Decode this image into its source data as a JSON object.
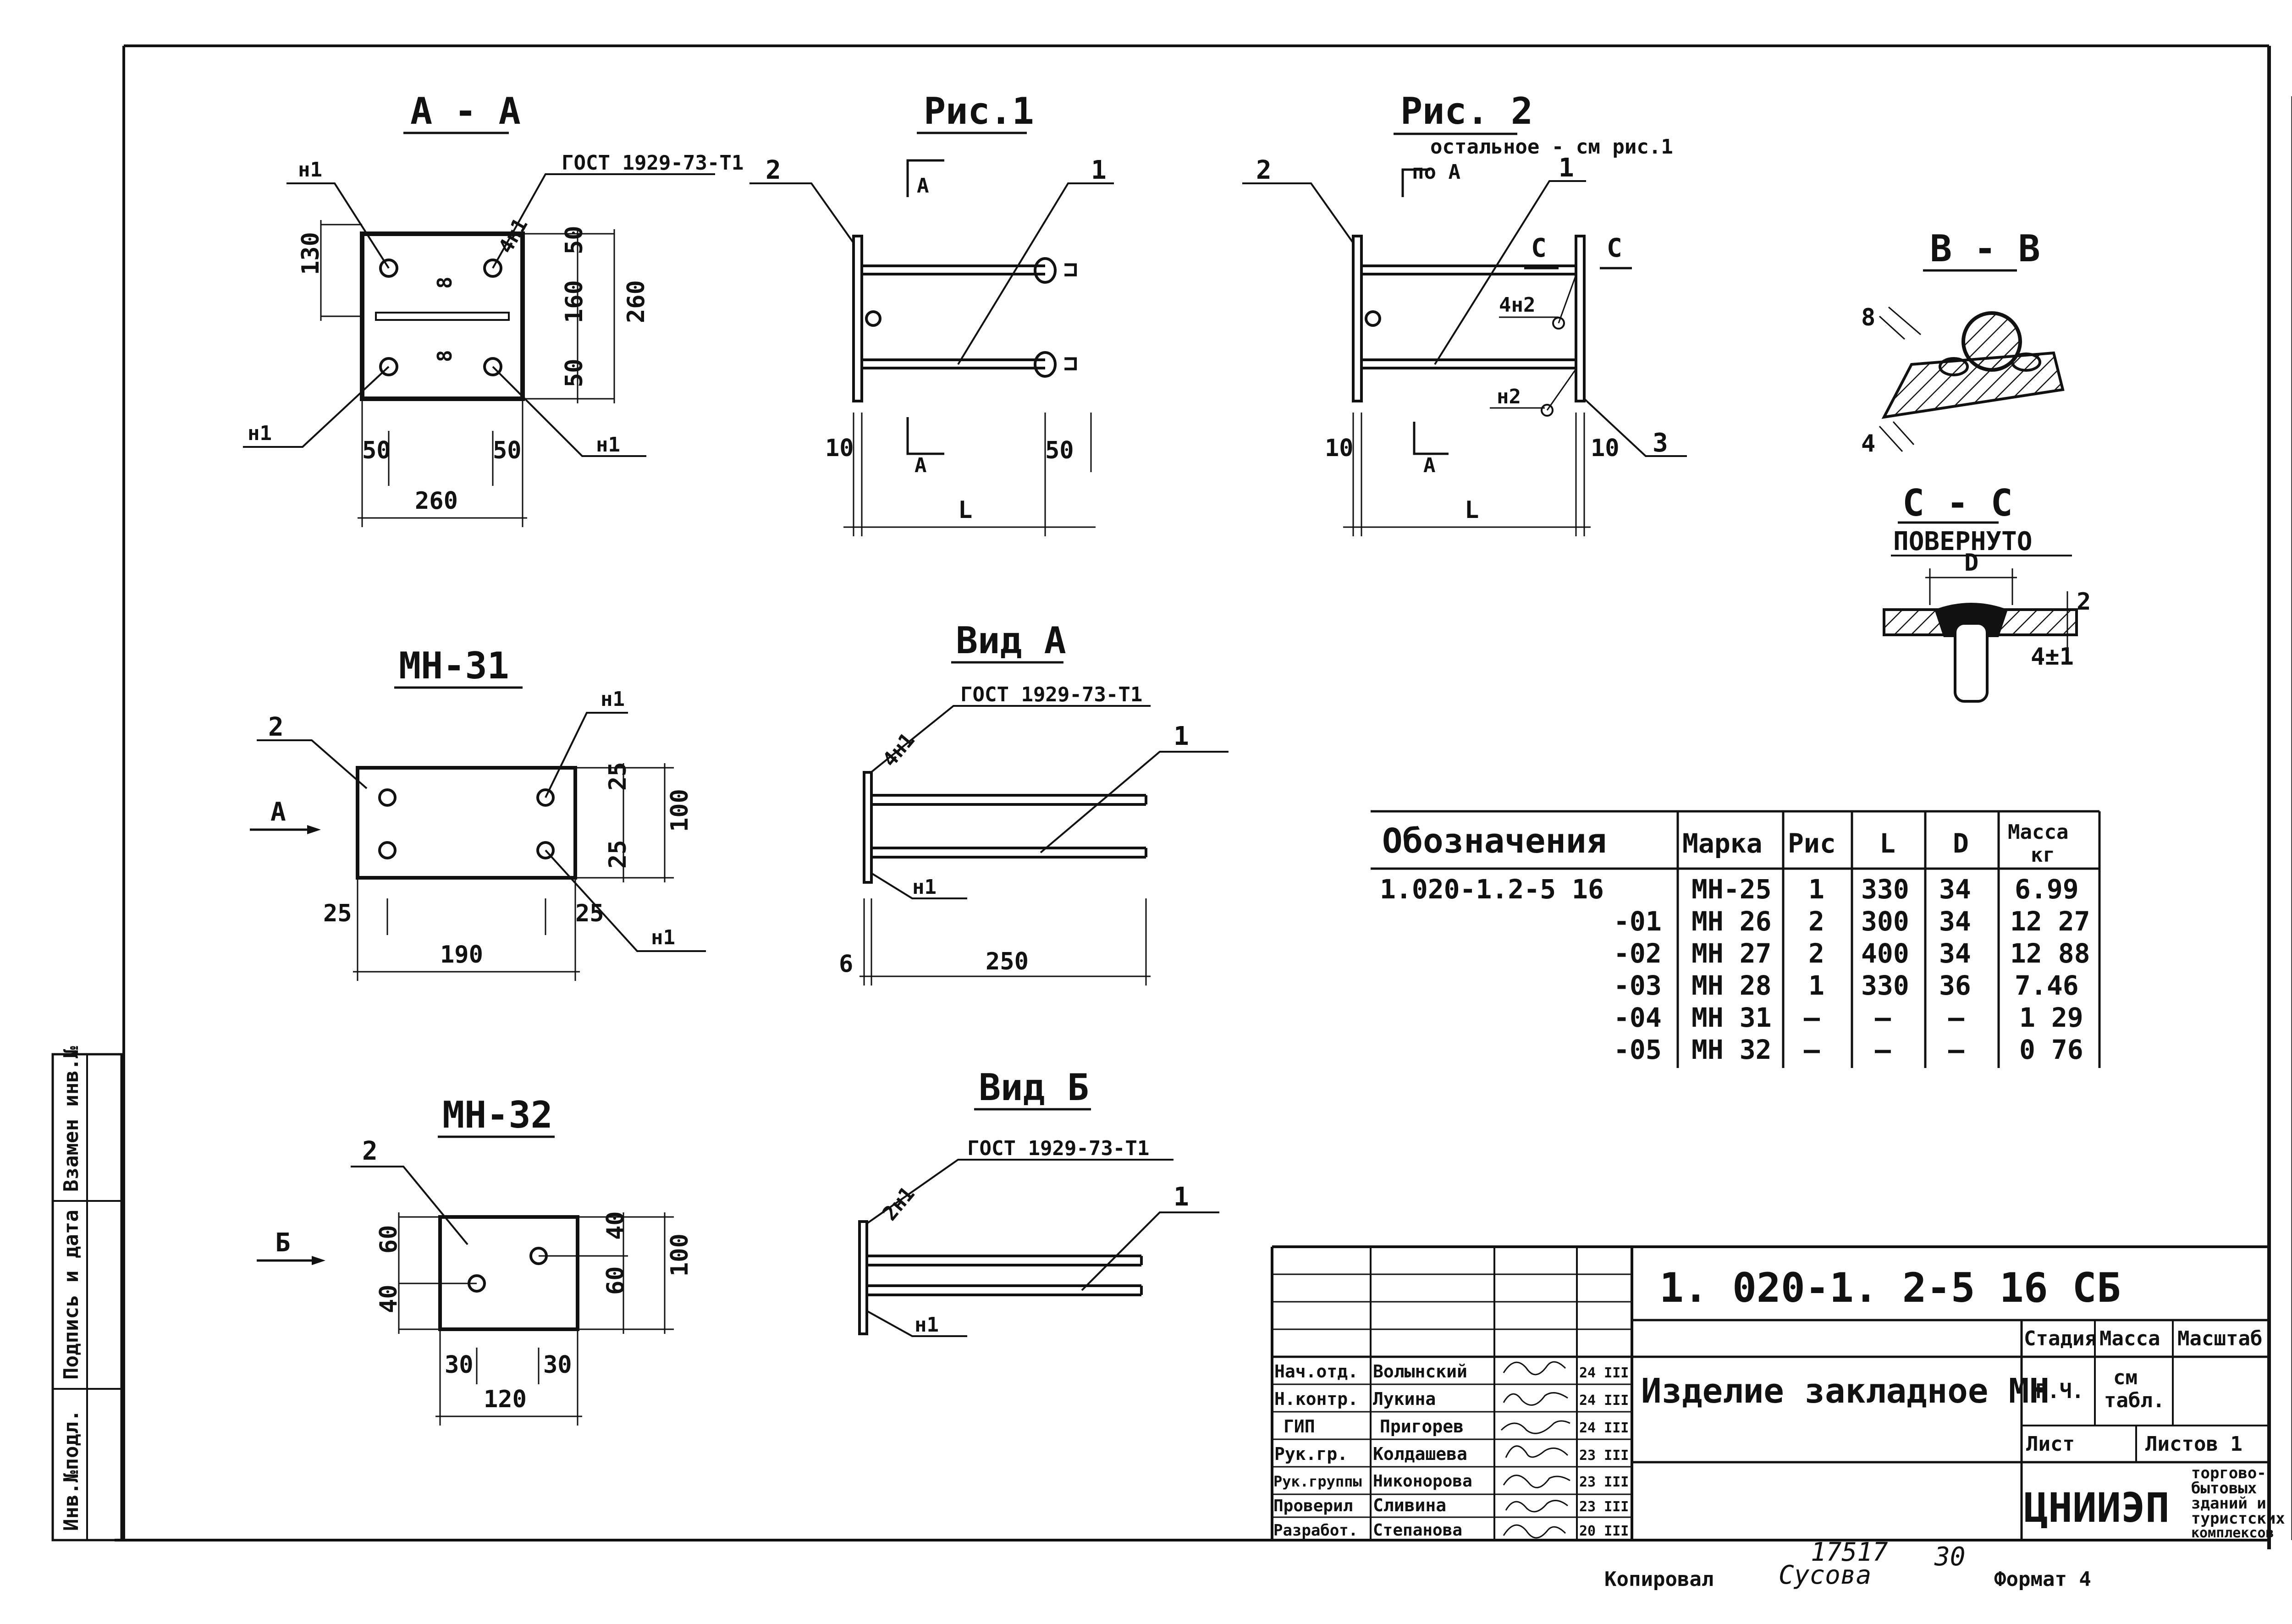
{
  "section_aa": {
    "title": "А - А",
    "gost": "ГОСТ 1929-73-Т1",
    "weld": "4н1",
    "n1": [
      "н1",
      "н1",
      "н1"
    ],
    "dims": {
      "top": "130",
      "right_top": "50",
      "right_mid": "160",
      "right_bot": "50",
      "overall_h": "260",
      "left": "50",
      "right": "50",
      "overall_w": "260"
    },
    "inner": [
      "8",
      "8"
    ]
  },
  "fig1": {
    "title": "Рис.1",
    "callouts": [
      "2",
      "1"
    ],
    "section": "А",
    "dims": {
      "left": "10",
      "right": "50",
      "length": "L"
    }
  },
  "fig2": {
    "title": "Рис. 2",
    "note": "остальное - см рис.1",
    "section_mark": "по А",
    "callouts": [
      "2",
      "1",
      "3"
    ],
    "c_marks": [
      "С",
      "С"
    ],
    "weld_top": "4н2",
    "weld_bot": "н2",
    "section": "А",
    "dims": {
      "left": "10",
      "right": "10",
      "length": "L"
    }
  },
  "section_bb": {
    "title": "В - В",
    "dim_a": "8",
    "dim_b": "4"
  },
  "section_cc": {
    "title": "С - С",
    "subtitle": "ПОВЕРНУТО",
    "dim_d": "D",
    "dim_2": "2",
    "dim_4": "4±1"
  },
  "mn31": {
    "title": "МН-31",
    "callout": "2",
    "view_arrow": "А",
    "n1": [
      "н1",
      "н1"
    ],
    "dims": {
      "right_top": "25",
      "right_bot": "25",
      "overall_h": "100",
      "left": "25",
      "right": "25",
      "overall_w": "190"
    }
  },
  "view_a": {
    "title": "Вид А",
    "gost": "ГОСТ 1929-73-Т1",
    "weld": "4н1",
    "n1": "н1",
    "callout": "1",
    "dims": {
      "thickness": "6",
      "length": "250"
    }
  },
  "mn32": {
    "title": "МН-32",
    "callout": "2",
    "view_arrow": "Б",
    "dims": {
      "left_top": "60",
      "left_bot": "40",
      "right_top": "40",
      "right_bot": "60",
      "overall_h": "100",
      "left": "30",
      "right": "30",
      "overall_w": "120"
    }
  },
  "view_b": {
    "title": "Вид Б",
    "gost": "ГОСТ 1929-73-Т1",
    "weld": "2н1",
    "n1": "н1",
    "callout": "1"
  },
  "spec_table": {
    "headers": [
      "Обозначения",
      "Марка",
      "Рис",
      "L",
      "D",
      "Масса",
      "кг"
    ],
    "rows": [
      [
        "1.020-1.2-5 16",
        "МН-25",
        "1",
        "330",
        "34",
        "6.99"
      ],
      [
        "-01",
        "МН 26",
        "2",
        "300",
        "34",
        "12 27"
      ],
      [
        "-02",
        "МН 27",
        "2",
        "400",
        "34",
        "12 88"
      ],
      [
        "-03",
        "МН 28",
        "1",
        "330",
        "36",
        "7.46"
      ],
      [
        "-04",
        "МН 31",
        "—",
        "—",
        "—",
        "1 29"
      ],
      [
        "-05",
        "МН 32",
        "—",
        "—",
        "—",
        "0 76"
      ]
    ]
  },
  "title_block": {
    "doc_code": "1. 020-1. 2-5 16 СБ",
    "item_name": "Изделие закладное МН",
    "stage_header": "Стадия",
    "mass_header": "Масса",
    "scale_header": "Масштаб",
    "stage": "Р.Ч.",
    "mass_note": [
      "см",
      "табл."
    ],
    "sheet_label": "Лист",
    "sheets_label": "Листов 1",
    "org": "ЦНИИЭП",
    "org_note": [
      "торгово-",
      "бытовых",
      "зданий и",
      "туристских",
      "комплексов"
    ],
    "people": [
      [
        "Нач.отд.",
        "Волынский",
        "24 III"
      ],
      [
        "Н.контр.",
        "Лукина",
        "24 III"
      ],
      [
        "ГИП",
        "Пригорев",
        "24 III"
      ],
      [
        "Рук.гр.",
        "Колдашева",
        "23 III"
      ],
      [
        "Рук.группы",
        "Никонорова",
        "23 III"
      ],
      [
        "Проверил",
        "Сливина",
        "23 III"
      ],
      [
        "Разработ.",
        "Степанова",
        "20 III"
      ]
    ]
  },
  "side_stamp": [
    "Инв.№подл.",
    "Подпись и дата",
    "Взамен инв.№"
  ],
  "footer": {
    "copied": "Копировал",
    "copier": "Сусова",
    "number": "17517",
    "page": "30",
    "format": "Формат 4"
  },
  "colors": {
    "ink": "#111111",
    "paper": "#ffffff"
  }
}
